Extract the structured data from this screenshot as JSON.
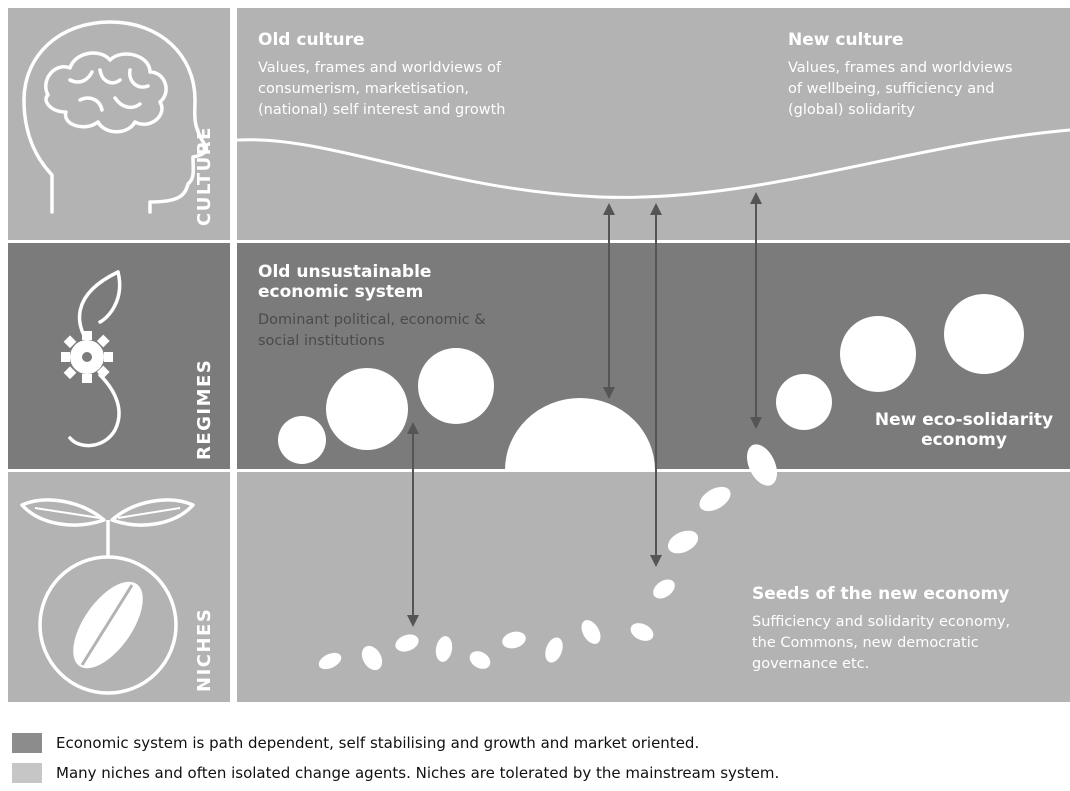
{
  "colors": {
    "culture_band": "#b3b3b3",
    "regimes_band": "#7b7b7b",
    "niches_band": "#b3b3b3",
    "shape_fill": "#ffffff",
    "arrow": "#555555",
    "legend_dark": "#8c8c8c",
    "legend_light": "#c6c6c6"
  },
  "bands": {
    "culture": {
      "label": "CULTURE",
      "icon": "head-brain-icon"
    },
    "regimes": {
      "label": "REGIMES",
      "icon": "gear-infinity-icon"
    },
    "niches": {
      "label": "NICHES",
      "icon": "seedling-icon"
    }
  },
  "culture": {
    "old_title": "Old culture",
    "old_text": [
      "Values, frames and worldviews of",
      "consumerism, marketisation,",
      "(national) self interest and growth"
    ],
    "new_title": "New culture",
    "new_text": [
      "Values, frames and worldviews",
      "of wellbeing, sufficiency and",
      "(global) solidarity"
    ]
  },
  "regimes": {
    "old_title": [
      "Old unsustainable",
      "economic system"
    ],
    "old_text": [
      "Dominant political, economic &",
      "social institutions"
    ],
    "new_title": [
      "New eco-solidarity",
      "economy"
    ]
  },
  "niches": {
    "title": "Seeds of the new economy",
    "text": [
      "Sufficiency and solidarity economy,",
      "the Commons, new democratic",
      "governance etc."
    ]
  },
  "legend": [
    {
      "text": "Economic system is path dependent, self stabilising and growth and market oriented.",
      "color": "#8c8c8c"
    },
    {
      "text": "Many niches and often isolated change agents. Niches are tolerated by the mainstream system.",
      "color": "#c6c6c6"
    }
  ]
}
